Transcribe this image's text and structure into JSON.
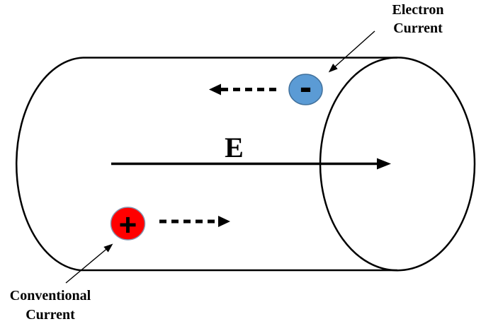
{
  "diagram": {
    "field_label": "E",
    "electron_label": {
      "line1": "Electron",
      "line2": "Current"
    },
    "conventional_label": {
      "line1": "Conventional",
      "line2": "Current"
    },
    "electron_particle": {
      "symbol": "-",
      "fill_color": "#5B9BD5",
      "border_color": "#41719C",
      "motion_direction": "left"
    },
    "positive_particle": {
      "symbol": "+",
      "fill_color": "#FF0000",
      "border_color": "#8496B0",
      "motion_direction": "right"
    },
    "field_direction": "right",
    "line_color": "#000000",
    "background_color": "#FFFFFF"
  }
}
